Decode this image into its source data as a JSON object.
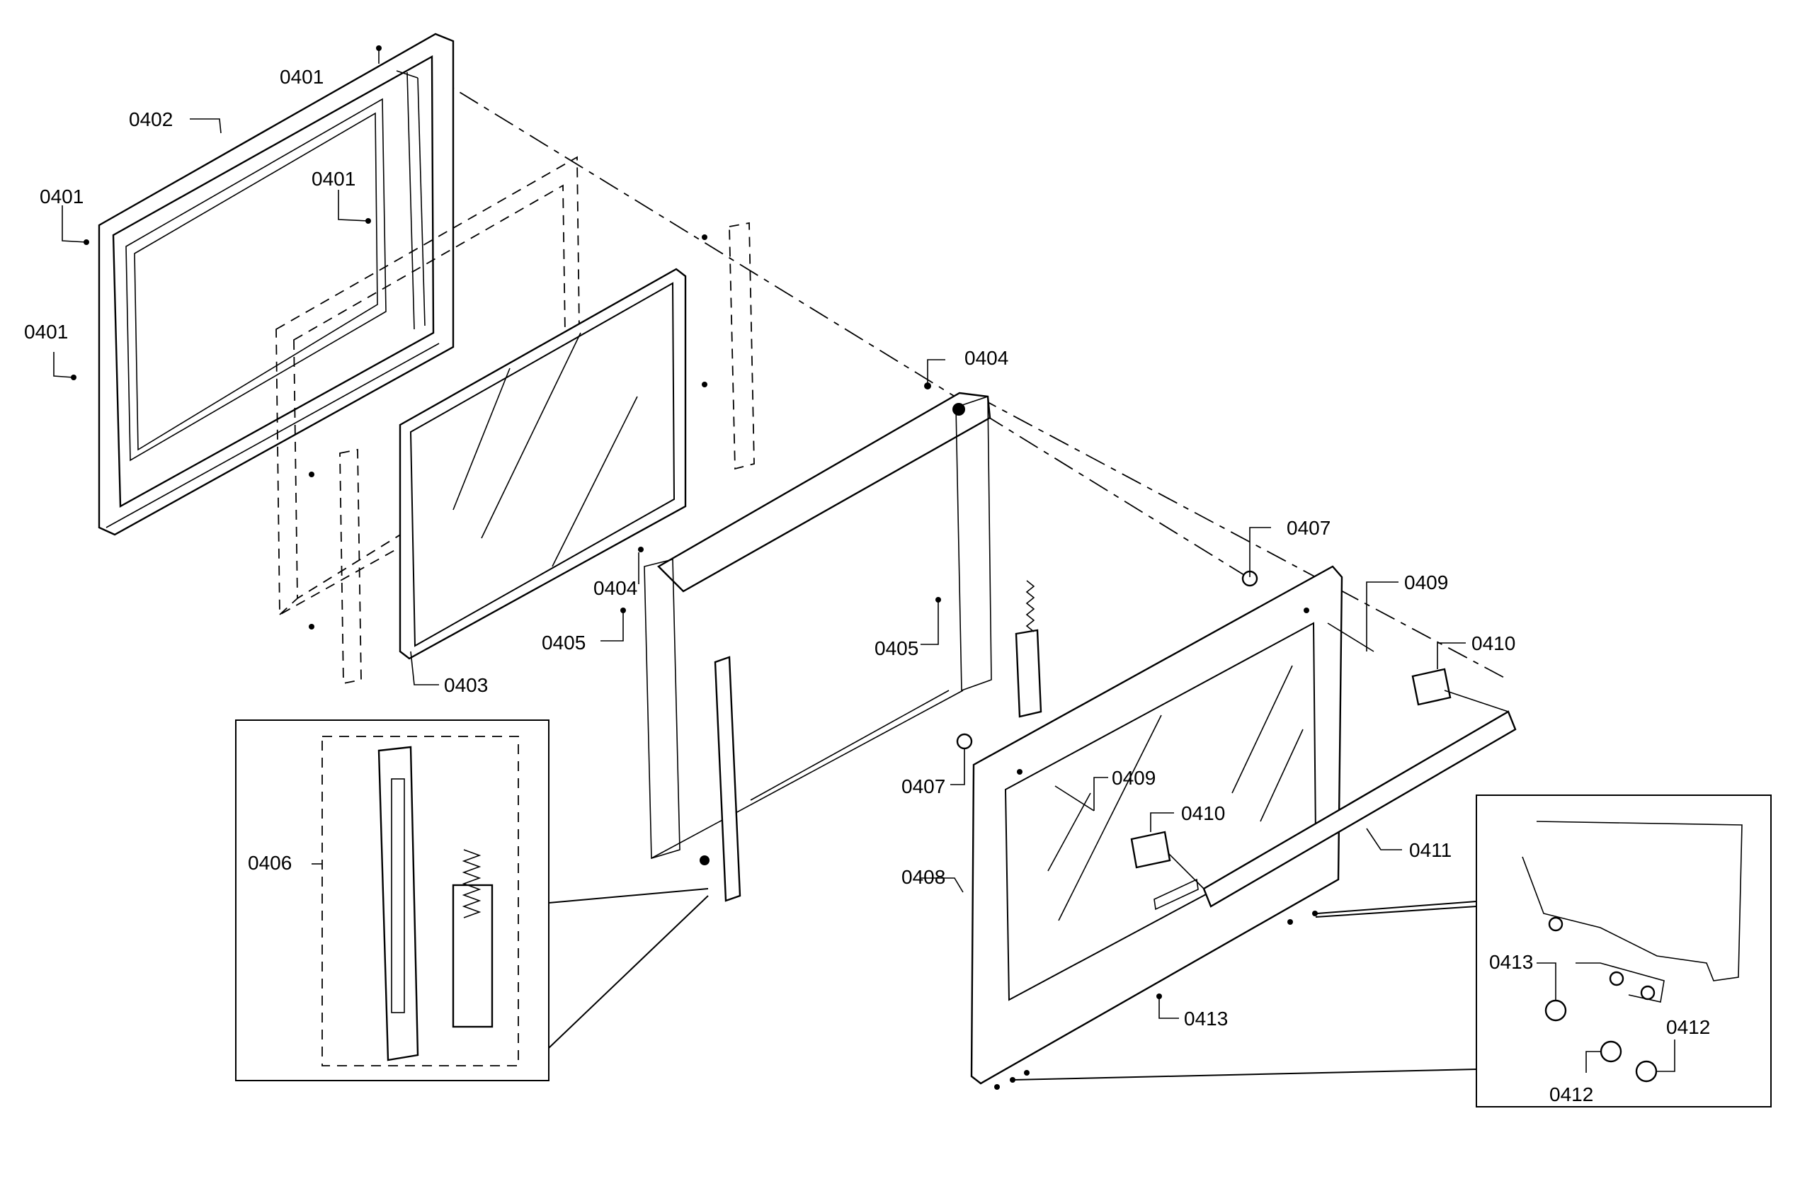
{
  "callouts": [
    {
      "id": "c1",
      "text": "0401"
    },
    {
      "id": "c2",
      "text": "0402"
    },
    {
      "id": "c3",
      "text": "0401"
    },
    {
      "id": "c4",
      "text": "0401"
    },
    {
      "id": "c5",
      "text": "0401"
    },
    {
      "id": "c6",
      "text": "0403"
    },
    {
      "id": "c7",
      "text": "0404"
    },
    {
      "id": "c8",
      "text": "0404"
    },
    {
      "id": "c9",
      "text": "0405"
    },
    {
      "id": "c10",
      "text": "0405"
    },
    {
      "id": "c11",
      "text": "0406"
    },
    {
      "id": "c12",
      "text": "0407"
    },
    {
      "id": "c13",
      "text": "0407"
    },
    {
      "id": "c14",
      "text": "0408"
    },
    {
      "id": "c15",
      "text": "0409"
    },
    {
      "id": "c16",
      "text": "0409"
    },
    {
      "id": "c17",
      "text": "0410"
    },
    {
      "id": "c18",
      "text": "0410"
    },
    {
      "id": "c19",
      "text": "0411"
    },
    {
      "id": "c20",
      "text": "0413"
    },
    {
      "id": "c21",
      "text": "0413"
    },
    {
      "id": "c22",
      "text": "0412"
    },
    {
      "id": "c23",
      "text": "0412"
    }
  ]
}
